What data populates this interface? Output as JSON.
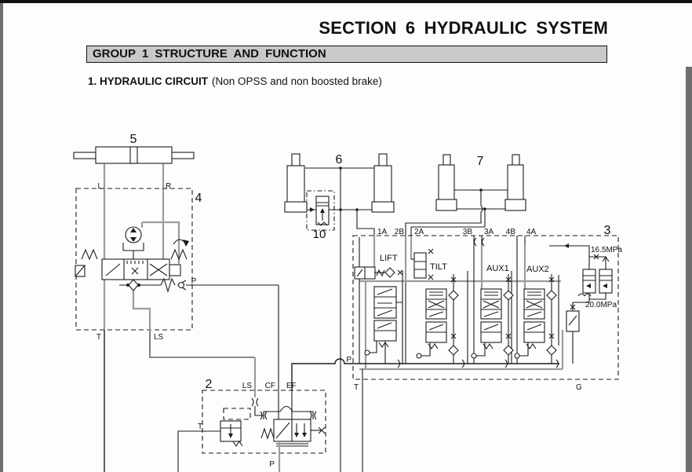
{
  "header": {
    "section_title": "SECTION 6 HYDRAULIC SYSTEM",
    "group_title": "GROUP 1 STRUCTURE AND FUNCTION",
    "heading": "1. HYDRAULIC CIRCUIT",
    "heading_note": "(Non OPSS and non boosted brake)"
  },
  "diagram": {
    "component_labels": {
      "priority_valve": "2",
      "main_control_valve": "3",
      "steering_unit": "4",
      "steering_cylinder": "5",
      "lift_cylinder": "6",
      "tilt_cylinder": "7",
      "down_safety_valve": "10"
    },
    "steering_ports": {
      "left": "L",
      "right": "R",
      "tank": "T",
      "load_sensing": "LS",
      "pressure": "P"
    },
    "mcv_ports": {
      "a1": "1A",
      "b2": "2B",
      "a2": "2A",
      "b3": "3B",
      "a3": "3A",
      "b4": "4B",
      "a4": "4A",
      "pressure": "P",
      "tank": "T",
      "gauge": "G"
    },
    "mcv_sections": {
      "lift": "LIFT",
      "tilt": "TILT",
      "aux1": "AUX1",
      "aux2": "AUX2"
    },
    "relief_pressures": {
      "main": "16.5MPa",
      "auxiliary": "20.0MPa"
    },
    "priority_ports": {
      "load_sensing": "LS",
      "control_flow": "CF",
      "excess_flow": "EF",
      "tank": "T",
      "pressure": "P"
    },
    "colors": {
      "line": "#1c1c1c",
      "gray_line": "#9c9c9c",
      "header_bar_bg": "#c9c9c9",
      "page_edge": "#6f6f6f"
    }
  }
}
